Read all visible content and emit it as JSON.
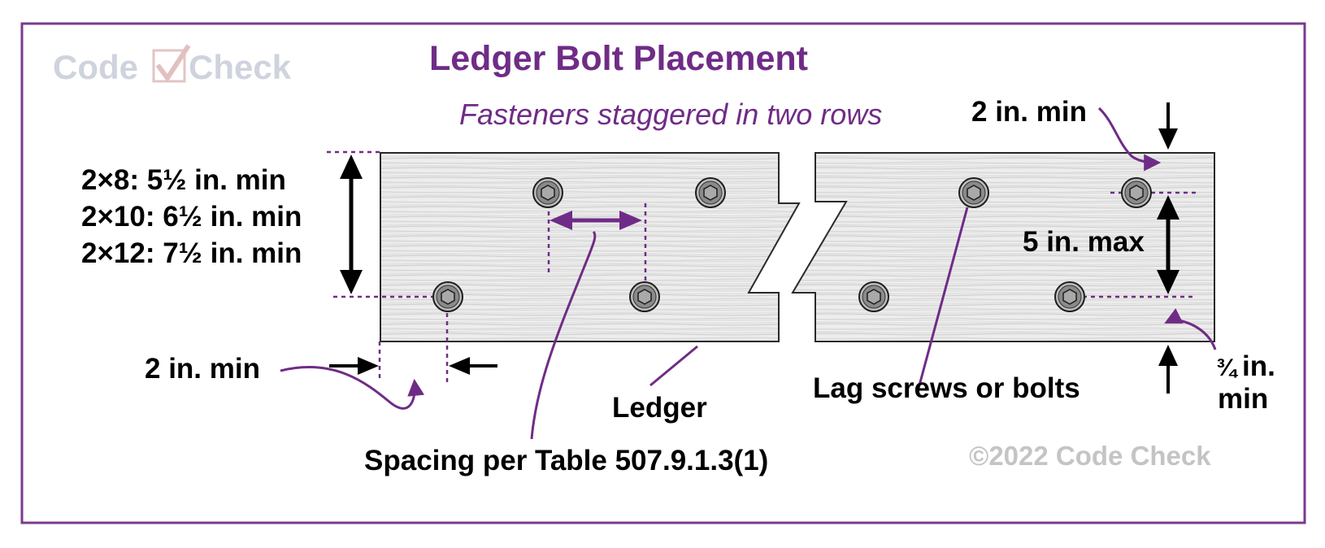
{
  "title": "Ledger Bolt Placement",
  "subtitle": "Fasteners staggered in two rows",
  "logo": {
    "word1": "Code",
    "word2": "Check"
  },
  "copyright": "©2022 Code Check",
  "depth_labels": [
    "2×8: 5½ in. min",
    "2×10: 6½ in. min",
    "2×12: 7½ in. min"
  ],
  "labels": {
    "end_distance": "2 in. min",
    "top_edge": "2 in. min",
    "row_spacing": "5 in. max",
    "bottom_edge_fraction": "¾",
    "bottom_edge_line1": "in.",
    "bottom_edge_line2": "min",
    "lag_screws": "Lag screws or bolts",
    "ledger": "Ledger",
    "spacing": "Spacing per Table 507.9.1.3(1)"
  },
  "colors": {
    "purple": "#6f2c86",
    "border": "#7a3a8e",
    "black": "#000000",
    "wood_light": "#eaeaea",
    "wood_mid": "#d6d6d6",
    "bolt": "#8a8a8a",
    "logo": "#c9cdd8",
    "copyright": "#c4c4c4"
  },
  "icons": [
    "hex-bolt-icon",
    "checkmark-icon",
    "arrow-icon"
  ]
}
